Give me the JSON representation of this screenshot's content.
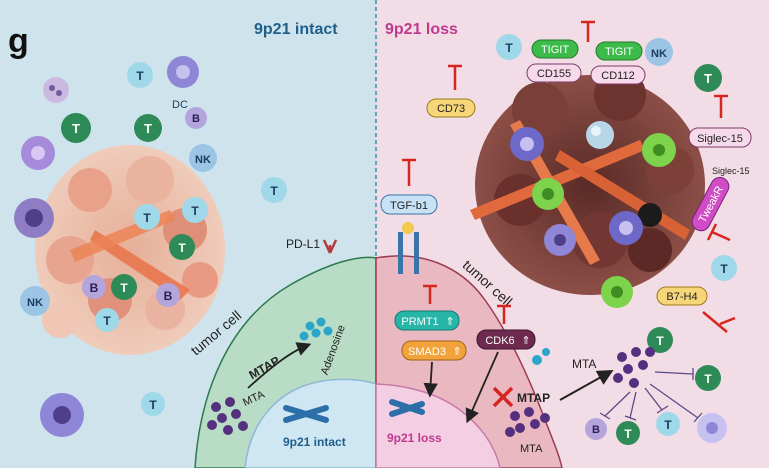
{
  "panel_letter": "g",
  "left": {
    "title": "9p21 intact",
    "dc": "DC",
    "pdl1": "PD-L1",
    "tumor_cell": "tumor cell",
    "mtap": "MTAP",
    "adenosine": "Adenosine",
    "mta": "MTA",
    "chromosome": "9p21 intact",
    "cells": {
      "t": "T",
      "b": "B",
      "nk": "NK"
    }
  },
  "right": {
    "title": "9p21 loss",
    "cd73": "CD73",
    "tigit": "TIGIT",
    "cd155": "CD155",
    "cd112": "CD112",
    "siglec15": "Siglec-15",
    "siglec15_small": "Siglec-15",
    "tgfb1": "TGF-b1",
    "tweakr": "TweakR",
    "b7h4": "B7-H4",
    "prmt1": "PRMT1",
    "smad3": "SMAD3",
    "cdk6": "CDK6",
    "tumor_cell": "tumor cell",
    "mtap": "MTAP",
    "mta": "MTA",
    "mta2": "MTA",
    "chromosome": "9p21 loss",
    "up_arrow": "⇑",
    "cells": {
      "t": "T",
      "b": "B",
      "nk": "NK"
    }
  },
  "colors": {
    "left_bg": "#cfe3ec",
    "right_bg": "#f2dde6",
    "left_title": "#1f5f8b",
    "right_title": "#c0398f",
    "inhibit": "#d7261e",
    "tcell": "#2e8b57",
    "tcell_light": "#9fd8e8",
    "bcell": "#b3a4dc",
    "nkcell": "#9cc4e4"
  }
}
